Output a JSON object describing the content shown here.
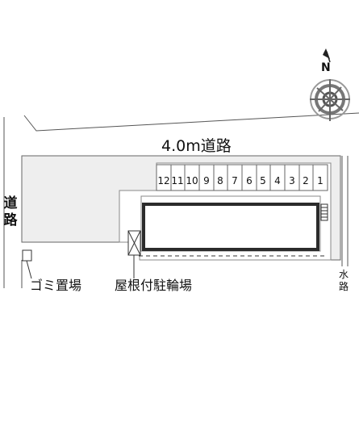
{
  "labels": {
    "road_top": "4.0m道路",
    "road_left": "道路",
    "waterway": "水路",
    "garbage": "ゴミ置場",
    "bike_parking": "屋根付駐輪場",
    "north": "N"
  },
  "parking_spaces": [
    "12",
    "11",
    "10",
    "9",
    "8",
    "7",
    "6",
    "5",
    "4",
    "3",
    "2",
    "1"
  ],
  "colors": {
    "lot_fill": "#eeeeee",
    "building_border": "#2b2b2b",
    "lines": "#555555"
  }
}
